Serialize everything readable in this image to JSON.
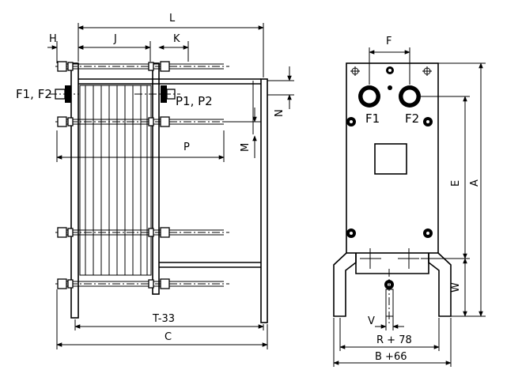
{
  "side_view": {
    "dims": {
      "L": "L",
      "H": "H",
      "J": "J",
      "K": "K",
      "N": "N",
      "M": "M",
      "P": "P",
      "T": "T-33",
      "C": "C"
    },
    "ports_left": "F1, F2",
    "ports_right": "P1, P2"
  },
  "front_view": {
    "dims": {
      "F": "F",
      "E": "E",
      "A": "A",
      "W": "W",
      "V": "V",
      "R": "R + 78",
      "B": "B +66"
    },
    "port_f1": "F1",
    "port_f2": "F2"
  }
}
